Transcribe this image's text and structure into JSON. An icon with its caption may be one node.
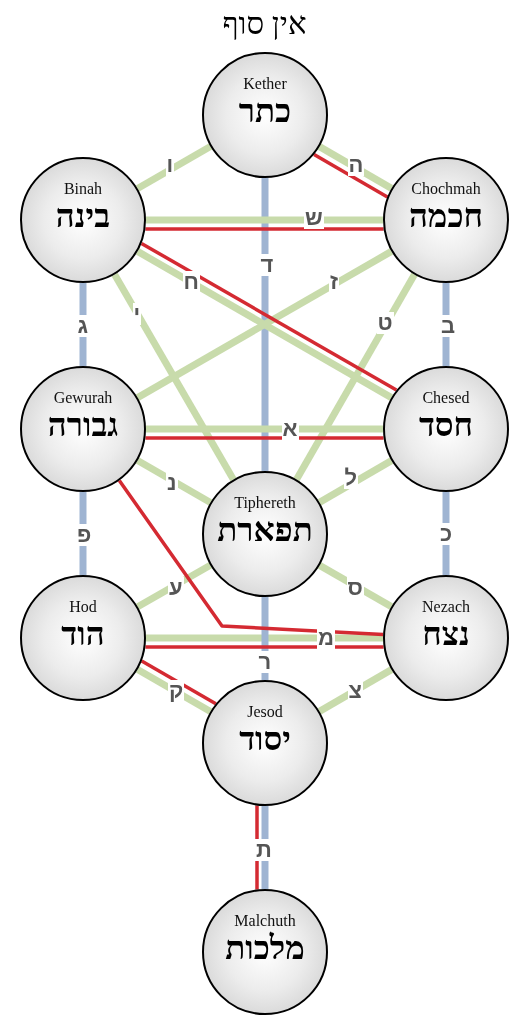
{
  "diagram": {
    "title": "אין סוף",
    "nodes": [
      {
        "text": [
          "Kether",
          "כתר"
        ]
      },
      {
        "text": [
          "Binah",
          "בינה"
        ]
      },
      {
        "text": [
          "Chochmah",
          "חכמה"
        ]
      },
      {
        "text": [
          "Gewurah",
          "גבורה"
        ]
      },
      {
        "text": [
          "Chesed",
          "חסד"
        ]
      },
      {
        "text": [
          "Tiphereth",
          "תפארת"
        ]
      },
      {
        "text": [
          "Hod",
          "הוד"
        ]
      },
      {
        "text": [
          "Nezach",
          "נצח"
        ]
      },
      {
        "text": [
          "Jesod",
          "יסוד"
        ]
      },
      {
        "text": [
          "Malchuth",
          "מלכות"
        ]
      }
    ],
    "edges": [
      {
        "from": 0,
        "to": 2,
        "arrow": "none",
        "label": "ה"
      },
      {
        "from": 0,
        "to": 1,
        "arrow": "none",
        "label": "ו"
      },
      {
        "from": 0,
        "to": 5,
        "arrow": "none",
        "label": "ד",
        "color": "#9fb4d2"
      },
      {
        "from": 1,
        "to": 2,
        "arrow": "none",
        "label": "ש"
      },
      {
        "from": 1,
        "to": 4,
        "arrow": "none",
        "label": "ח"
      },
      {
        "from": 2,
        "to": 3,
        "arrow": "none",
        "label": "ז"
      },
      {
        "from": 1,
        "to": 5,
        "arrow": "none",
        "label": "י"
      },
      {
        "from": 2,
        "to": 5,
        "arrow": "none",
        "label": "ט"
      },
      {
        "from": 1,
        "to": 3,
        "arrow": "none",
        "label": "ג",
        "color": "#9fb4d2"
      },
      {
        "from": 2,
        "to": 4,
        "arrow": "none",
        "label": "ב",
        "color": "#9fb4d2"
      },
      {
        "from": 3,
        "to": 4,
        "arrow": "none",
        "label": "א"
      },
      {
        "from": 3,
        "to": 5,
        "arrow": "none",
        "label": "נ"
      },
      {
        "from": 4,
        "to": 5,
        "arrow": "none",
        "label": "ל"
      },
      {
        "from": 3,
        "to": 6,
        "arrow": "none",
        "label": "פ",
        "color": "#9fb4d2"
      },
      {
        "from": 4,
        "to": 7,
        "arrow": "none",
        "label": "כ",
        "color": "#9fb4d2"
      },
      {
        "from": 5,
        "to": 6,
        "arrow": "none",
        "label": "ע"
      },
      {
        "from": 5,
        "to": 7,
        "arrow": "none",
        "label": "ס"
      },
      {
        "from": 6,
        "to": 7,
        "arrow": "none",
        "label": "מ"
      },
      {
        "from": 5,
        "to": 8,
        "arrow": "none",
        "label": "ר",
        "color": "#9fb4d2"
      },
      {
        "from": 6,
        "to": 8,
        "arrow": "none",
        "label": "ק"
      },
      {
        "from": 7,
        "to": 8,
        "arrow": "none",
        "label": "צ"
      },
      {
        "from": 8,
        "to": 9,
        "arrow": "none",
        "label": "ת",
        "color": "#9fb4d2"
      },
      {
        "from": 0,
        "to": 2,
        "arrow": "none",
        "color": "#d42a32"
      },
      {
        "from": 2,
        "to": 1,
        "arrow": "none",
        "color": "#d42a32"
      },
      {
        "from": 1,
        "to": 4,
        "arrow": "none",
        "color": "#d42a32"
      },
      {
        "from": 4,
        "to": 3,
        "arrow": "none",
        "color": "#d42a32"
      },
      {
        "from": 3,
        "to": 7,
        "arrow": "none",
        "color": "#d42a32"
      },
      {
        "from": 7,
        "to": 6,
        "arrow": "none",
        "color": "#d42a32"
      },
      {
        "from": 6,
        "to": 8,
        "arrow": "none",
        "color": "#d42a32"
      },
      {
        "from": 8,
        "to": 9,
        "arrow": "none",
        "color": "#d42a32"
      }
    ]
  }
}
